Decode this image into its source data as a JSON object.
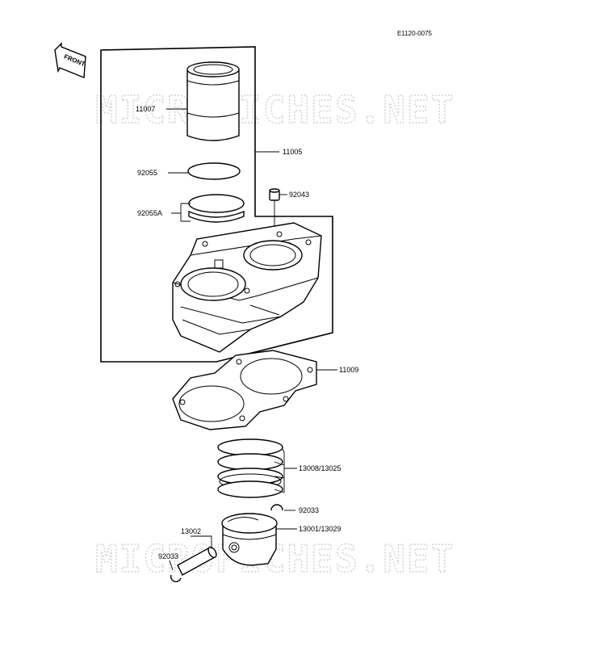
{
  "figure_code": "E1120-0075",
  "front_label": "FRONT",
  "watermark": "MICROFICHES.NET",
  "parts": {
    "p11007": "11007",
    "p11005": "11005",
    "p92055": "92055",
    "p92055A": "92055A",
    "p92043": "92043",
    "p11009": "11009",
    "p13008": "13008/13025",
    "p92033_right": "92033",
    "p13001": "13001/13029",
    "p13002": "13002",
    "p92033_left": "92033"
  }
}
